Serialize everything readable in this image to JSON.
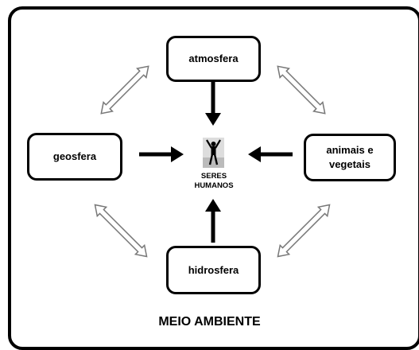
{
  "nodes": {
    "top": "atmosfera",
    "left": "geosfera",
    "right": "animais e vegetais",
    "bottom": "hidrosfera"
  },
  "center": {
    "label_line1": "SERES",
    "label_line2": "HUMANOS",
    "icon": "person-arms-raised-icon"
  },
  "footer": "MEIO AMBIENTE"
}
